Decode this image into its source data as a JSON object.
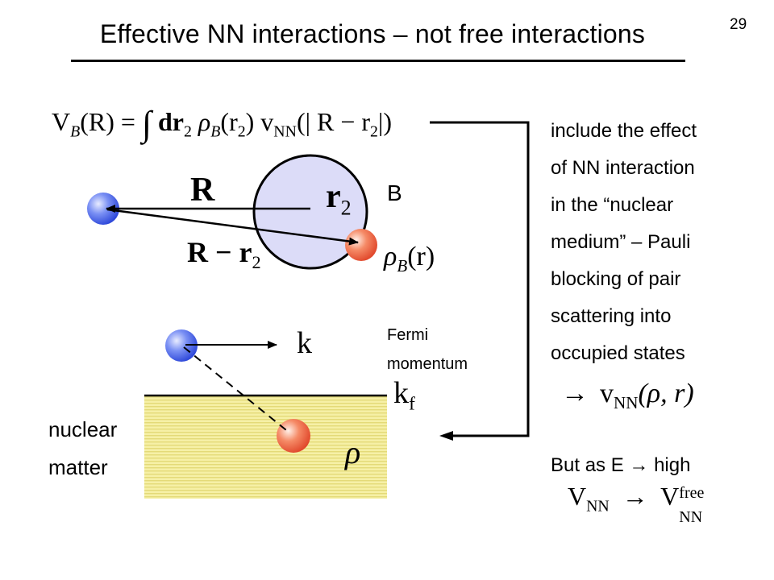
{
  "slide": {
    "title": "Effective NN interactions – not free interactions",
    "page_number": "29"
  },
  "formula": {
    "lhs": "V",
    "lhs_sub": "B",
    "lhs_arg": "(R) =",
    "integral": "∫",
    "dr": "dr",
    "dr_sub": "2",
    "rho": "ρ",
    "rho_sub": "B",
    "rho_arg": "(r",
    "rho_arg_sub": "2",
    "rho_close": ")",
    "v": "v",
    "v_sub": "NN",
    "v_arg": "(| R − r",
    "v_arg_sub": "2",
    "v_close": "|)"
  },
  "diagram_top": {
    "vec_R": "R",
    "vec_r2": "r",
    "vec_r2_sub": "2",
    "vec_R_minus_r2": "R − r",
    "vec_R_minus_r2_sub": "2",
    "nucleus_label": "B",
    "density": "ρ",
    "density_sub": "B",
    "density_arg": "(r)",
    "colors": {
      "nucleus_fill": "#dcdcf8",
      "blue_ball": "#3c5ae6",
      "red_ball": "#f06a46"
    }
  },
  "diagram_bottom": {
    "k_label": "k",
    "fermi_line1": "Fermi",
    "fermi_line2": "momentum",
    "kf": "k",
    "kf_sub": "f",
    "rho": "ρ",
    "nuclear_line1": "nuclear",
    "nuclear_line2": "matter",
    "colors": {
      "matter_fill": "#f4eea0",
      "matter_stripe": "#e2d870"
    }
  },
  "right_text": {
    "lines": [
      "include the effect",
      "of NN interaction",
      "in the “nuclear",
      "medium” – Pauli",
      "blocking of pair",
      "scattering into",
      "occupied states"
    ],
    "arrow": "→",
    "vnn": "v",
    "vnn_sub": "NN",
    "vnn_arg": "(ρ, r)",
    "high_prefix": "But as E",
    "high_arrow": "→",
    "high_suffix": "high",
    "limit_v": "V",
    "limit_v_sub": "NN",
    "limit_arrow": "→",
    "limit_v2": "V",
    "limit_v2_sub": "NN",
    "limit_v2_sup": "free"
  }
}
